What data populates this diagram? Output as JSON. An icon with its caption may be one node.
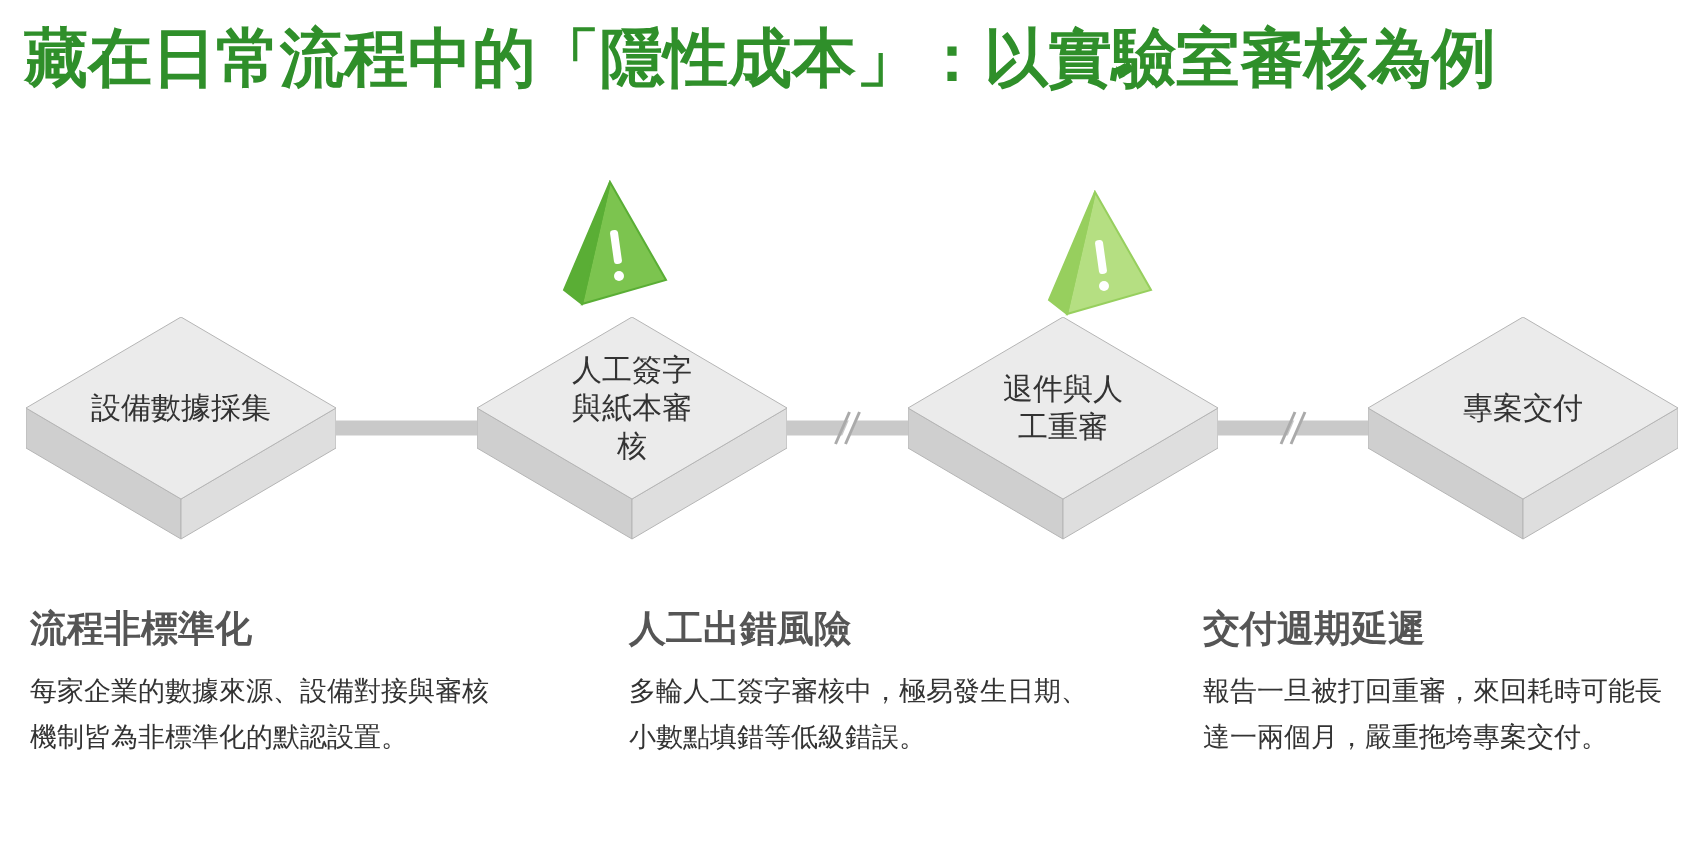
{
  "diagram": {
    "title": "藏在日常流程中的「隱性成本」：以實驗室審核為例",
    "nodes": [
      {
        "text": [
          "設備數據採集"
        ]
      },
      {
        "text": [
          "人工簽字與紙本審核"
        ]
      },
      {
        "text": [
          "退件與人工重審"
        ]
      },
      {
        "text": [
          "專案交付"
        ]
      }
    ],
    "edges": [
      {
        "from": 0,
        "to": 1,
        "arrow": "none"
      },
      {
        "from": 1,
        "to": 2,
        "arrow": "none"
      },
      {
        "from": 2,
        "to": 3,
        "arrow": "none"
      }
    ],
    "labels": [
      "流程非標準化",
      "每家企業的數據來源、設備對接與審核機制皆為非標準化的默認設置。",
      "人工出錯風險",
      "多輪人工簽字審核中，極易發生日期、小數點填錯等低級錯誤。",
      "交付週期延遲",
      "報告一旦被打回重審，來回耗時可能長達一兩個月，嚴重拖垮專案交付。"
    ]
  }
}
